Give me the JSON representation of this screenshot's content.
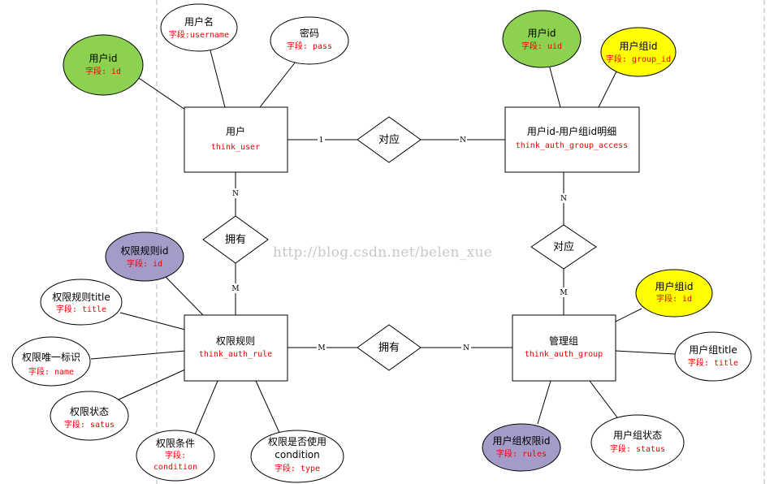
{
  "colors": {
    "white": "#ffffff",
    "green": "#8cd250",
    "yellow": "#ffff00",
    "purple": "#a59bc8",
    "field_text": "#ee0000",
    "stroke": "#000000",
    "guide": "#b4b4b4",
    "watermark": "#c8c8c8"
  },
  "watermark": "http://blog.csdn.net/belen_xue",
  "entities": {
    "user": {
      "name": "用户",
      "table": "think_user"
    },
    "access": {
      "name": "用户id-用户组id明细",
      "table": "think_auth_group_access"
    },
    "rule": {
      "name": "权限规则",
      "table": "think_auth_rule"
    },
    "group": {
      "name": "管理组",
      "table": "think_auth_group"
    }
  },
  "relations": {
    "user_access": "对应",
    "user_rule": "拥有",
    "access_group": "对应",
    "rule_group": "拥有"
  },
  "cardinality": {
    "user_to_access_left": "1",
    "user_to_access_right": "N",
    "user_to_rule_top": "N",
    "user_to_rule_bottom": "M",
    "access_to_group_top": "N",
    "access_to_group_bottom": "M",
    "rule_to_group_left": "M",
    "rule_to_group_right": "N"
  },
  "attributes": {
    "user_id": {
      "name": "用户id",
      "field": "字段: id",
      "color": "green"
    },
    "user_name": {
      "name": "用户名",
      "field": "字段:username",
      "color": "white"
    },
    "user_pass": {
      "name": "密码",
      "field": "字段: pass",
      "color": "white"
    },
    "access_uid": {
      "name": "用户id",
      "field": "字段: uid",
      "color": "green"
    },
    "access_group_id": {
      "name": "用户组id",
      "field": "字段: group_id",
      "color": "yellow"
    },
    "rule_id": {
      "name": "权限规则id",
      "field": "字段: id",
      "color": "purple"
    },
    "rule_title": {
      "name": "权限规则title",
      "field": "字段: title",
      "color": "white"
    },
    "rule_name": {
      "name": "权限唯一标识",
      "field": "字段: name",
      "color": "white"
    },
    "rule_status": {
      "name": "权限状态",
      "field": "字段: satus",
      "color": "white"
    },
    "rule_condition": {
      "name": "权限条件",
      "field": "字段:",
      "field2": "condition",
      "color": "white"
    },
    "rule_type": {
      "name": "权限是否使用",
      "name2": "condition",
      "field": "字段: type",
      "color": "white"
    },
    "group_id": {
      "name": "用户组id",
      "field": "字段: id",
      "color": "yellow"
    },
    "group_title": {
      "name": "用户组title",
      "field": "字段: title",
      "color": "white"
    },
    "group_rules": {
      "name": "用户组权限id",
      "field": "字段: rules",
      "color": "purple"
    },
    "group_status": {
      "name": "用户组状态",
      "field": "字段: status",
      "color": "white"
    }
  }
}
